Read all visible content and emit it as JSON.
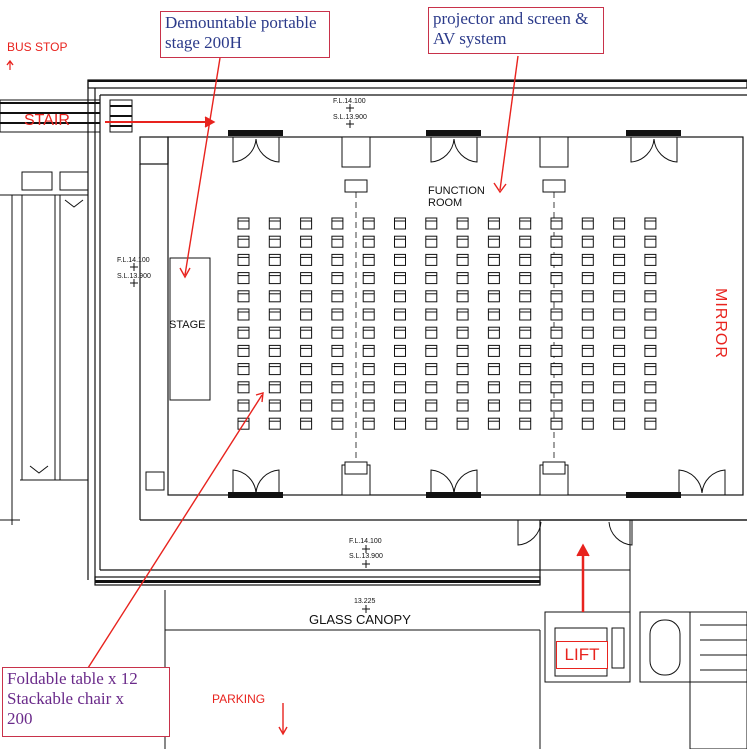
{
  "callouts": {
    "stage": {
      "line1": "Demountable portable",
      "line2": "stage 200H"
    },
    "av": {
      "line1": "projector and screen &",
      "line2": "AV system"
    },
    "furniture": {
      "line1": "Foldable table x 12",
      "line2": "Stackable chair x",
      "line3": "200"
    }
  },
  "labels": {
    "bus_stop": "BUS STOP",
    "stair": "STAIR",
    "mirror": "MIRROR",
    "lift": "LIFT",
    "parking": "PARKING",
    "stage": "STAGE",
    "function_room_1": "FUNCTION",
    "function_room_2": "ROOM",
    "glass_canopy": "GLASS CANOPY"
  },
  "levels": {
    "top": {
      "fl": "F.L.14.100",
      "sl": "S.L.13.900"
    },
    "left": {
      "fl": "F.L.14.100",
      "sl": "S.L.13.900"
    },
    "bottom": {
      "fl": "F.L.14.100",
      "sl": "S.L.13.900"
    },
    "canopy": "13.225"
  },
  "seating": {
    "columns": 14,
    "rows": 12
  },
  "colors": {
    "annotation": "#e8231e",
    "callout_text_blue": "#2b3a8a",
    "callout_text_purple": "#6a2a8a",
    "callout_border": "#c8324a",
    "lines": "#111111"
  }
}
